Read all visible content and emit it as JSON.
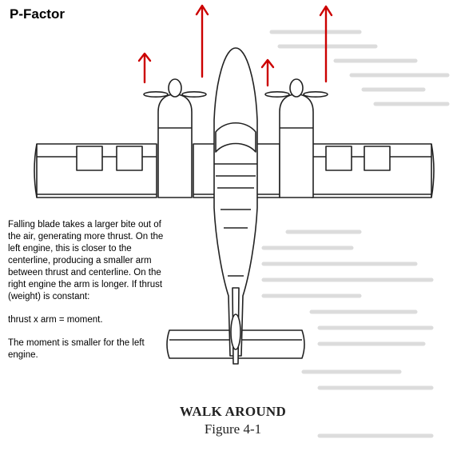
{
  "title": "P-Factor",
  "explanation": {
    "paragraph_1": "Falling blade takes a larger bite out of the air, generating more thrust.  On the left engine, this is closer to the centerline, producing a smaller arm between thrust and centerline.  On the right engine the arm is longer.  If thrust (weight) is constant:",
    "equation": "thrust x arm = moment.",
    "paragraph_2": "The moment is smaller for the left engine."
  },
  "caption": {
    "main": "WALK AROUND",
    "sub": "Figure 4-1"
  },
  "colors": {
    "arrow": "#cc0000",
    "outline": "#222222",
    "faint_background_text": "#d6d6d6"
  },
  "icons": {
    "aircraft": "twin-engine-airplane-top-view",
    "thrust": "up-arrow"
  }
}
